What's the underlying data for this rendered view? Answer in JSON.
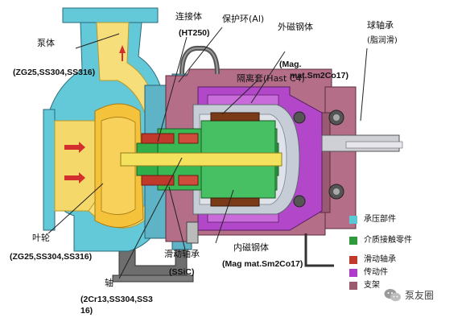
{
  "labels": {
    "pump_body": "泵体",
    "pump_body_material": "(ZG25,SS304,SS316)",
    "connector": "连接体",
    "connector_material": "(HT250)",
    "protect_ring": "保护环(Al)",
    "outer_magnet": "外磁钢体",
    "outer_magnet_material_1": "(Mag.",
    "outer_magnet_material_2": "mat.Sm2Co17)",
    "isolation_sleeve": "隔离套(Hast C4)",
    "ball_bearing": "球轴承",
    "ball_bearing_note": "(脂润滑)",
    "impeller": "叶轮",
    "impeller_material": "(ZG25,SS304,SS316)",
    "sliding_bearing": "滑动轴承",
    "sliding_bearing_material": "(SSiC)",
    "shaft": "轴",
    "shaft_material_1": "(2Cr13,SS304,SS3",
    "shaft_material_2": "16)",
    "inner_magnet": "内磁钢体",
    "inner_magnet_material": "(Mag mat.Sm2Co17)"
  },
  "legend": [
    {
      "label": "承压部件",
      "color": "#5bc8d6"
    },
    {
      "label": "介质接触零件",
      "color": "#2e9a3c"
    },
    {
      "label": "滑动轴承",
      "color": "#c0392b"
    },
    {
      "label": "传动件",
      "color": "#b03ac9"
    },
    {
      "label": "支架",
      "color": "#9b5a6e"
    }
  ],
  "brand": {
    "text": "泵友圈",
    "icon": "wechat-icon"
  }
}
